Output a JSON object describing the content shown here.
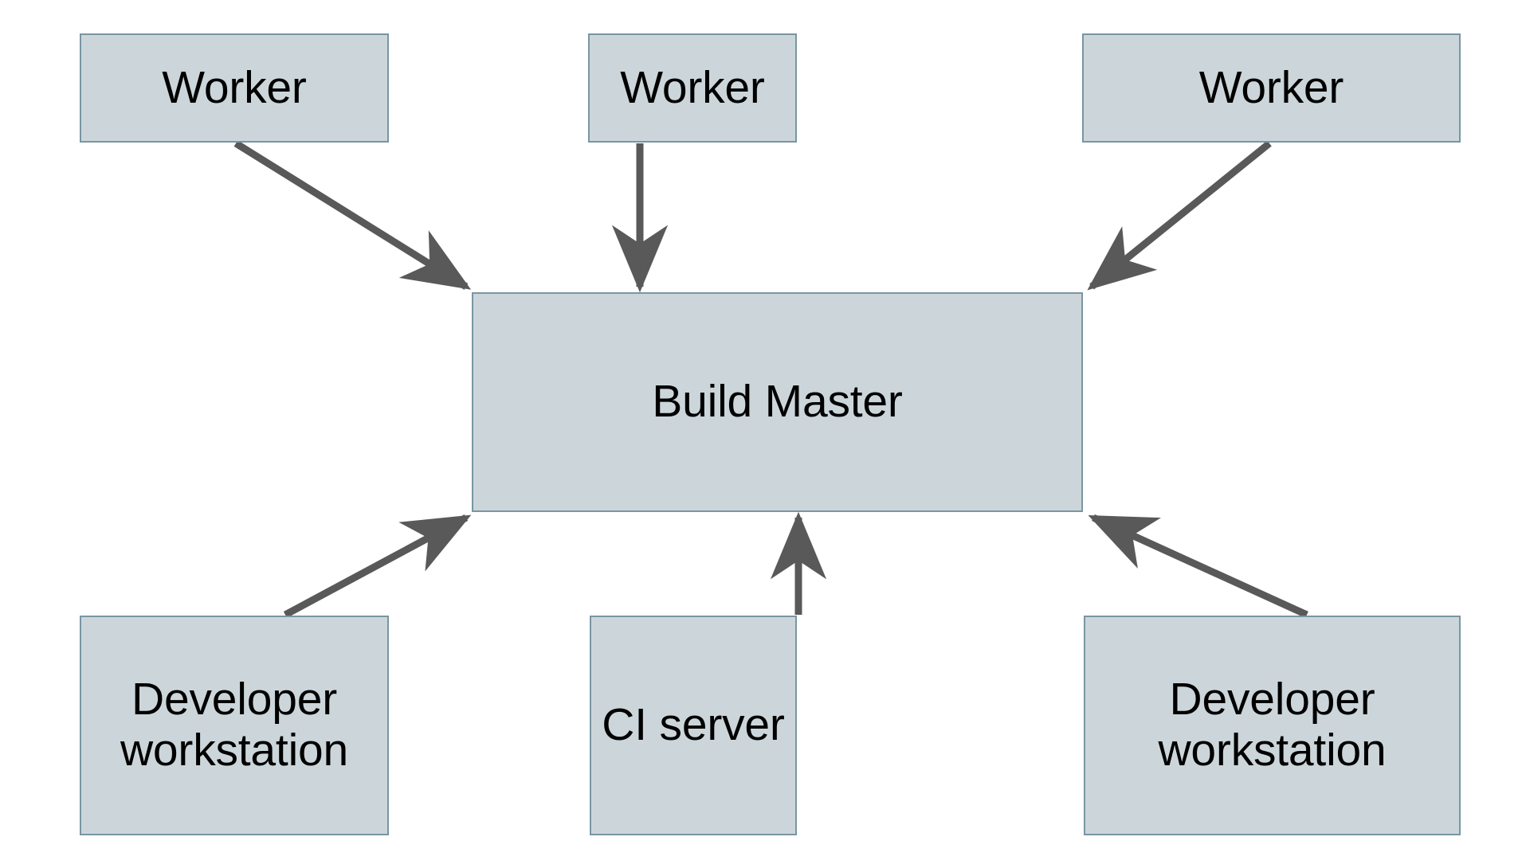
{
  "diagram": {
    "background_color": "#ffffff",
    "node_fill_color": "#ccd6da",
    "node_border_color": "#7a95a3",
    "edge_color": "#595959",
    "text_color": "#000000",
    "nodes": [
      {
        "id": "worker-left",
        "label": "Worker"
      },
      {
        "id": "worker-mid",
        "label": "Worker"
      },
      {
        "id": "worker-right",
        "label": "Worker"
      },
      {
        "id": "build-master",
        "label": "Build Master"
      },
      {
        "id": "dev-left",
        "label": "Developer\nworkstation"
      },
      {
        "id": "ci-server",
        "label": "CI server"
      },
      {
        "id": "dev-right",
        "label": "Developer\nworkstation"
      }
    ],
    "edges": [
      {
        "id": "edge-worker-left-to-master",
        "from": "worker-left",
        "to": "build-master",
        "label": "",
        "arrow": "to"
      },
      {
        "id": "edge-worker-mid-to-master",
        "from": "worker-mid",
        "to": "build-master",
        "label": "",
        "arrow": "to"
      },
      {
        "id": "edge-worker-right-to-master",
        "from": "worker-right",
        "to": "build-master",
        "label": "",
        "arrow": "to"
      },
      {
        "id": "edge-dev-left-to-master",
        "from": "dev-left",
        "to": "build-master",
        "label": "",
        "arrow": "to"
      },
      {
        "id": "edge-ci-server-to-master",
        "from": "ci-server",
        "to": "build-master",
        "label": "",
        "arrow": "to"
      },
      {
        "id": "edge-dev-right-to-master",
        "from": "dev-right",
        "to": "build-master",
        "label": "",
        "arrow": "to"
      }
    ]
  }
}
